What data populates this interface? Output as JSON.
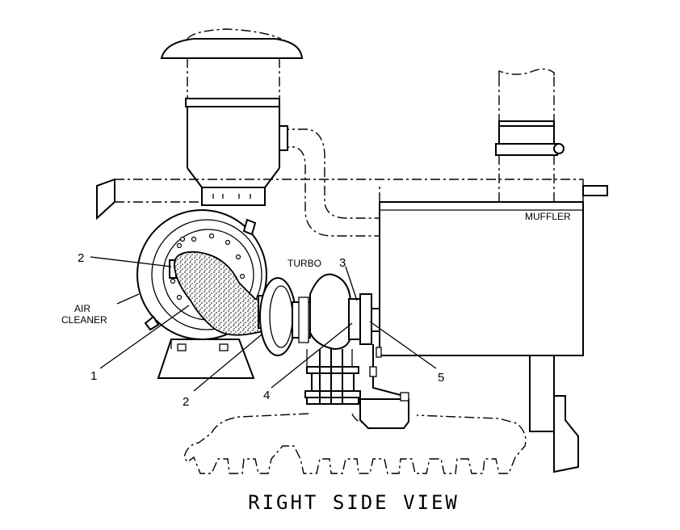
{
  "title": "RIGHT SIDE VIEW",
  "labels": {
    "muffler": "MUFFLER",
    "turbo": "TURBO",
    "air_cleaner_line1": "AIR",
    "air_cleaner_line2": "CLEANER"
  },
  "callouts": [
    "1",
    "2",
    "2",
    "3",
    "4",
    "5"
  ]
}
